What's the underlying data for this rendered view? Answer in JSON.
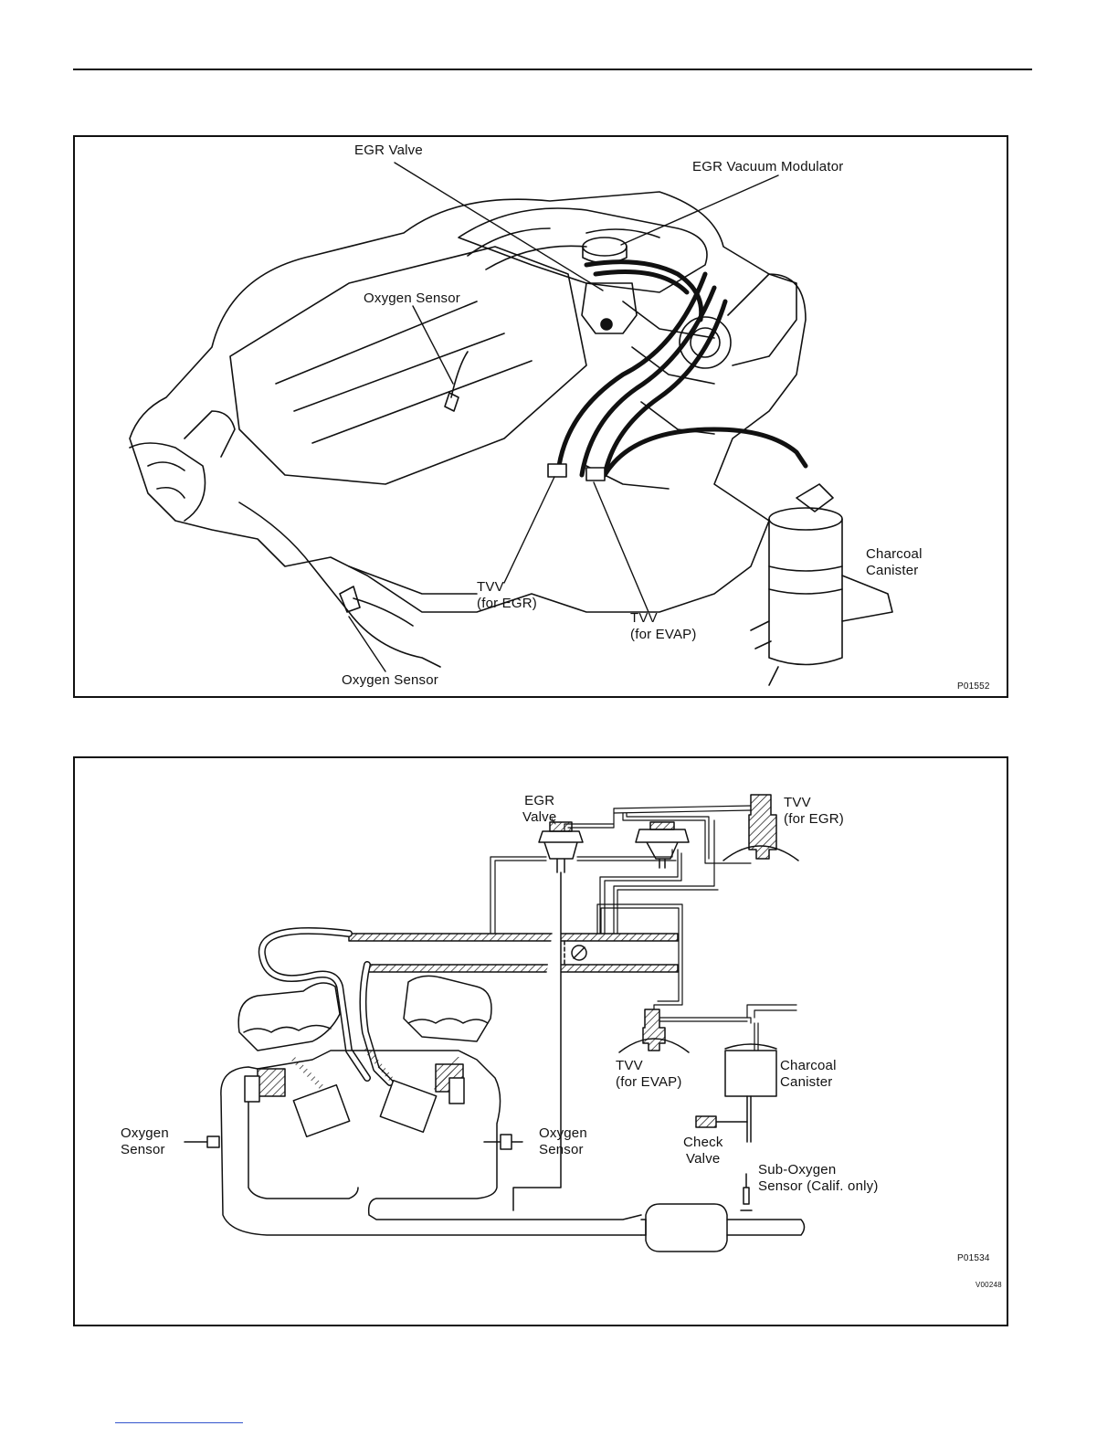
{
  "figure1": {
    "labels": {
      "egr_valve": "EGR Valve",
      "egr_vacuum_modulator": "EGR Vacuum Modulator",
      "oxygen_sensor_top": "Oxygen Sensor",
      "oxygen_sensor_bottom": "Oxygen Sensor",
      "tvv_egr": "TVV\n(for EGR)",
      "tvv_evap": "TVV\n(for EVAP)",
      "charcoal_canister": "Charcoal\nCanister"
    },
    "code": "P01552"
  },
  "figure2": {
    "labels": {
      "egr_valve": "EGR\nValve",
      "tvv_egr": "TVV\n(for EGR)",
      "tvv_evap": "TVV\n(for EVAP)",
      "charcoal_canister": "Charcoal\nCanister",
      "oxygen_sensor_left": "Oxygen\nSensor",
      "oxygen_sensor_right": "Oxygen\nSensor",
      "check_valve": "Check\nValve",
      "sub_oxygen_sensor": "Sub-Oxygen\nSensor (Calif. only)"
    },
    "code": "P01534",
    "code2": "V00248"
  }
}
